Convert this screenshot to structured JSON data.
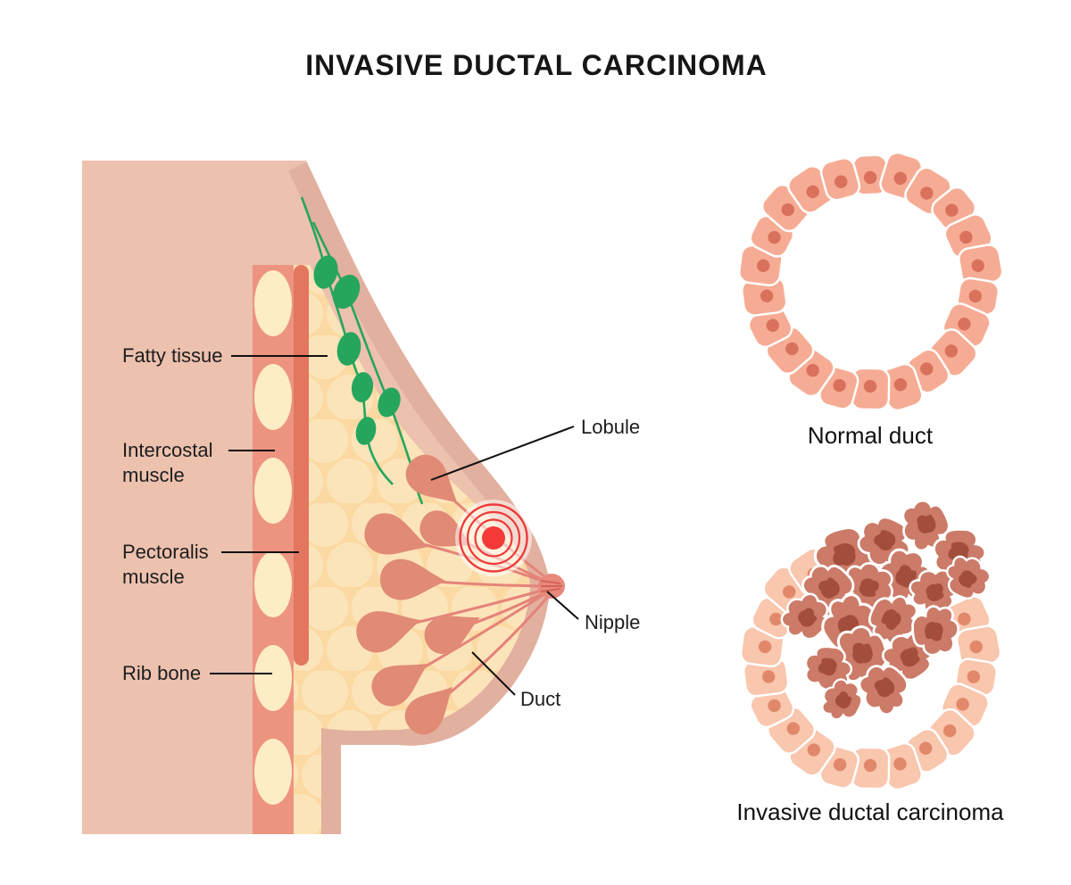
{
  "title": "INVASIVE DUCTAL CARCINOMA",
  "anatomy": {
    "labels": {
      "fatty_tissue": "Fatty tissue",
      "intercostal_line1": "Intercostal",
      "intercostal_line2": "muscle",
      "pectoralis_line1": "Pectoralis",
      "pectoralis_line2": "muscle",
      "rib_bone": "Rib bone",
      "lobule": "Lobule",
      "nipple": "Nipple",
      "duct": "Duct"
    }
  },
  "diagrams": {
    "normal_duct": {
      "caption": "Normal duct",
      "cell_count": 22
    },
    "invasive": {
      "caption": "Invasive ductal carcinoma",
      "cell_count": 22,
      "missing_cell_slots": 3,
      "tumor_cell_count": 18
    }
  },
  "colors": {
    "background": "#ffffff",
    "body_skin": "#ecc1ae",
    "skin_outline": "#e2b09e",
    "intercostal_muscle": "#ed9480",
    "pectoralis_muscle": "#e2765f",
    "rib_bone": "#fdedc4",
    "fatty_tissue_base": "#fbd9a2",
    "fatty_tissue_dot": "#fce4ba",
    "gland_lobule": "#e18a76",
    "duct_line": "#e5837a",
    "lymph_green": "#26a55d",
    "tumor_red": "#f43b3a",
    "tumor_ring": "#ee3a38",
    "normal_cell": "#f6ac94",
    "normal_nucleus": "#d9715c",
    "idc_cell": "#f9c6ae",
    "idc_nucleus": "#e2886a",
    "tumor_cell": "#cb7b68",
    "tumor_nucleus": "#a34e3c",
    "label_text": "#1d1d1d",
    "label_line": "#111111",
    "title_text": "#161616"
  }
}
